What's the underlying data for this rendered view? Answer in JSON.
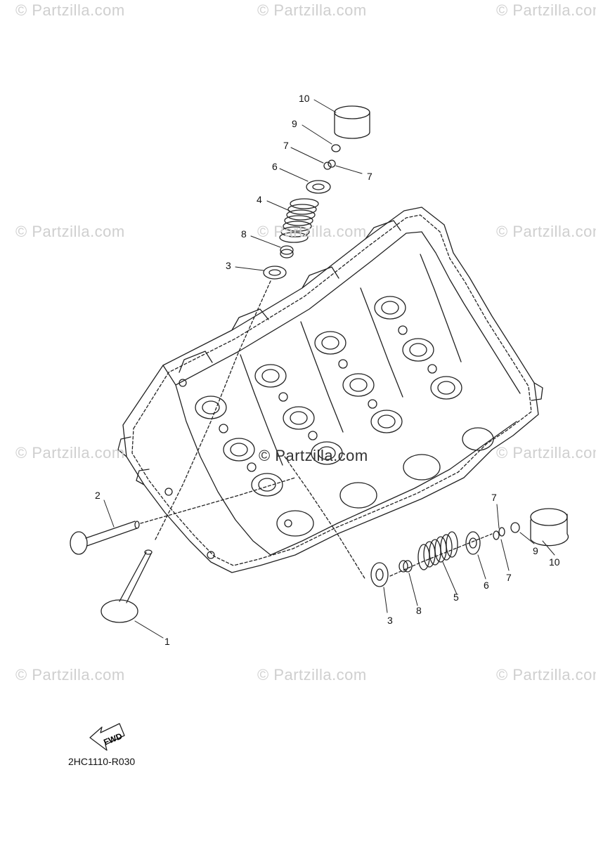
{
  "watermark": "© Partzilla.com",
  "diagram_code": "2HC1110-R030",
  "fwd_label": "FWD",
  "callouts": [
    "10",
    "9",
    "7",
    "7",
    "6",
    "4",
    "8",
    "3",
    "2",
    "1",
    "3",
    "8",
    "5",
    "6",
    "7",
    "7",
    "9",
    "10"
  ],
  "colors": {
    "line": "#222222",
    "watermark": "#cfcfcf",
    "background": "#ffffff"
  },
  "icons": [
    "fwd-arrow-icon"
  ]
}
